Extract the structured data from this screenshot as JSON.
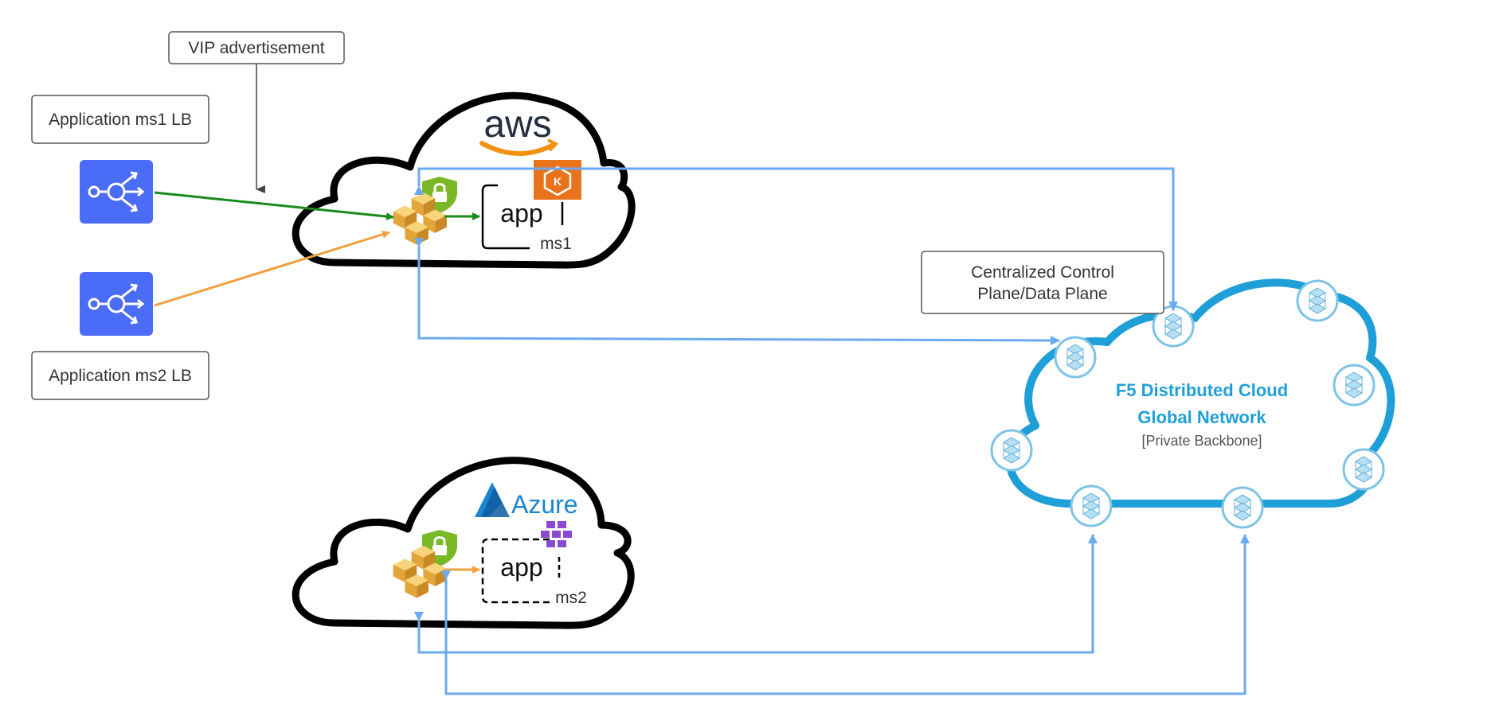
{
  "labels": {
    "vip": "VIP advertisement",
    "ms1_lb": "Application ms1 LB",
    "ms2_lb": "Application ms2 LB",
    "control_plane_line1": "Centralized Control",
    "control_plane_line2": "Plane/Data Plane"
  },
  "aws": {
    "logo_text": "aws",
    "app_text": "app",
    "ms_text": "ms1"
  },
  "azure": {
    "logo_text": "Azure",
    "app_text": "app",
    "ms_text": "ms2"
  },
  "f5": {
    "title_line1": "F5 Distributed Cloud",
    "title_line2": "Global Network",
    "subtitle": "[Private Backbone]"
  },
  "colors": {
    "lb_icon_bg": "#4a6cf7",
    "green_arrow": "#1a8a1a",
    "orange_arrow": "#f0a040",
    "blue_line": "#6aaaf0",
    "f5_cloud": "#1f9fd8",
    "f5_text": "#1f9fd8",
    "aws_orange": "#e8731a",
    "gateway_gold": "#f0b840",
    "shield_green": "#7ab828",
    "azure_blue": "#1a86d0",
    "k8s_purple": "#8a4ad0"
  },
  "icons": [
    "load-balancer-icon",
    "gateway-cubes-icon",
    "shield-lock-icon",
    "aws-eks-icon",
    "aks-cubes-icon",
    "azure-logo-icon",
    "aws-smile-icon",
    "network-node-icon"
  ]
}
